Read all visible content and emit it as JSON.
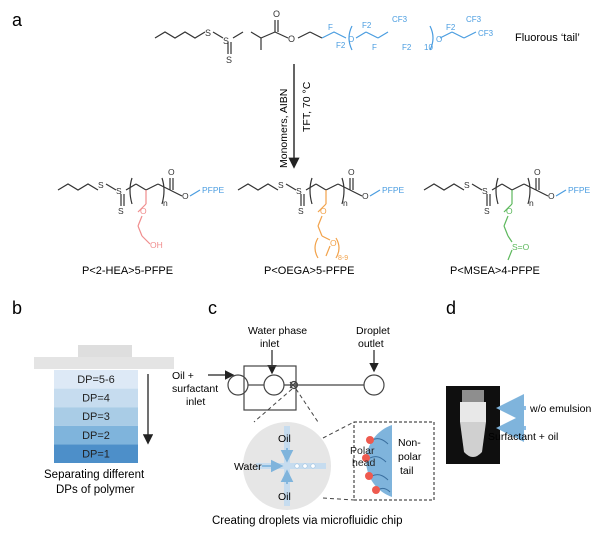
{
  "panels": {
    "a": "a",
    "b": "b",
    "c": "c",
    "d": "d"
  },
  "panel_a": {
    "fluorous_tail_label": "Fluorous ‘tail’",
    "tail_cf3_a": "CF3",
    "tail_cf3_b": "CF3",
    "tail_cf3_c": "CF3",
    "tail_f2_a": "F2",
    "tail_f2_b": "F2",
    "tail_f2_c": "F2",
    "tail_f2_d": "F2",
    "tail_f_a": "F",
    "tail_f_b": "F",
    "tail_repeat": "10",
    "condition_left": "Monomers, AIBN",
    "condition_right": "TFT, 70 °C",
    "pfpe_1": "PFPE",
    "pfpe_2": "PFPE",
    "pfpe_3": "PFPE",
    "oh_label": "OH",
    "oega_repeat": "8-9",
    "sulfoxide_label": "S=O",
    "n_label": "n",
    "polymer_1": "P<2-HEA>5-PFPE",
    "polymer_2": "P<OEGA>5-PFPE",
    "polymer_3": "P<MSEA>4-PFPE"
  },
  "panel_b": {
    "bands": [
      "DP=5-6",
      "DP=4",
      "DP=3",
      "DP=2",
      "DP=1"
    ],
    "caption_line1": "Separating different",
    "caption_line2": "DPs of polymer",
    "colors": [
      "#dde9f6",
      "#c6dcef",
      "#a9cce6",
      "#7fb4dc",
      "#4d8fc9"
    ]
  },
  "panel_c": {
    "water_inlet_line1": "Water phase",
    "water_inlet_line2": "inlet",
    "droplet_outlet_line1": "Droplet",
    "droplet_outlet_line2": "outlet",
    "oil_inlet_line1": "Oil +",
    "oil_inlet_line2": "surfactant",
    "oil_inlet_line3": "inlet",
    "oil_top": "Oil",
    "oil_bottom": "Oil",
    "water": "Water",
    "polar_head_line1": "Polar",
    "polar_head_line2": "head",
    "nonpolar_line1": "Non-",
    "nonpolar_line2": "polar",
    "nonpolar_line3": "tail",
    "caption": "Creating droplets via microfluidic chip"
  },
  "panel_d": {
    "label_top": "w/o emulsion",
    "label_bottom": "Surfactant + oil"
  }
}
